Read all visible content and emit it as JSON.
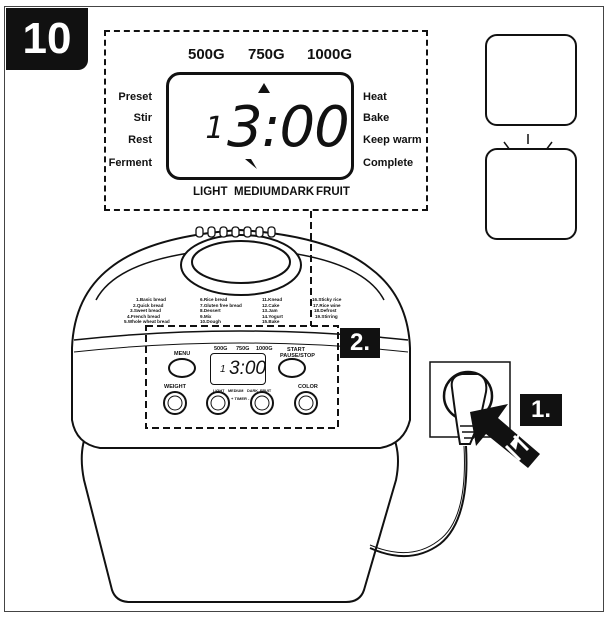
{
  "step": {
    "number": "10"
  },
  "display": {
    "weights": [
      "500G",
      "750G",
      "1000G"
    ],
    "left_labels": [
      "Preset",
      "Stir",
      "Rest",
      "Ferment"
    ],
    "right_labels": [
      "Heat",
      "Bake",
      "Keep warm",
      "Complete"
    ],
    "colors": [
      "LIGHT",
      "MEDIUM",
      "DARK",
      "FRUIT"
    ],
    "program_number": "1",
    "time": "3:00"
  },
  "machine": {
    "programs_col1": [
      "1.Basic bread",
      "2.Quick bread",
      "3.Sweet bread",
      "4.French bread",
      "5.Whole wheat bread"
    ],
    "programs_col2": [
      "6.Rice bread",
      "7.Gluten free bread",
      "8.Dessert",
      "9.Mix",
      "10.Dough"
    ],
    "programs_col3": [
      "11.Knead",
      "12.Cake",
      "13.Jam",
      "14.Yogurt",
      "15.Bake"
    ],
    "programs_col4": [
      "16.Sticky rice",
      "17.Rice wine",
      "18.Defrost",
      "19.Stirring"
    ],
    "panel_weights": [
      "500G",
      "750G",
      "1000G"
    ],
    "panel_colors": [
      "LIGHT",
      "MEDIUM",
      "DARK",
      "FRUIT"
    ],
    "buttons": {
      "menu": "MENU",
      "start": "START\nPAUSE/STOP",
      "weight": "WEIGHT",
      "color": "COLOR",
      "timer": "+ TIMER -"
    },
    "panel_program": "1",
    "panel_time": "3:00"
  },
  "markers": {
    "step_1": "1.",
    "step_2": "2."
  },
  "icons": [
    "sound-icon",
    "light-bulb-icon",
    "power-plug-icon",
    "arrow-icon"
  ]
}
